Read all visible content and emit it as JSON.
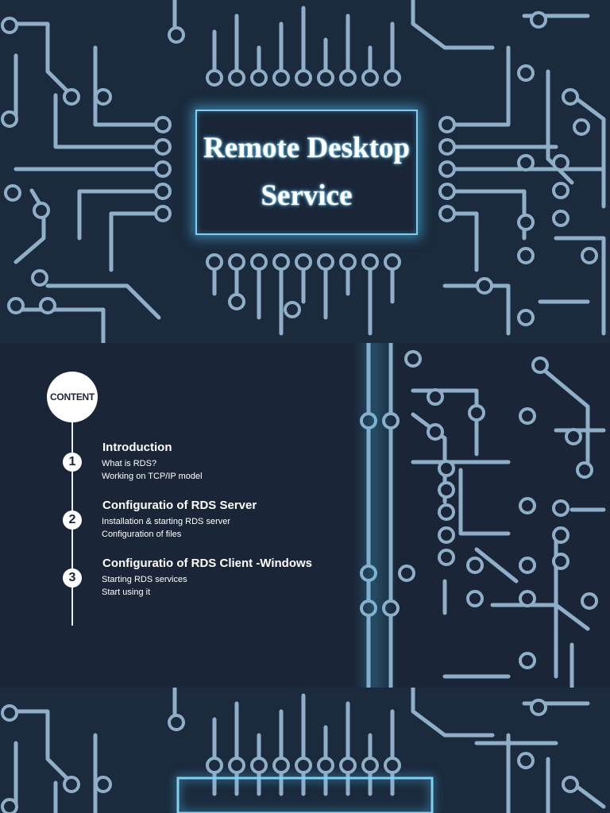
{
  "slide1": {
    "title": "Remote Desktop\nService"
  },
  "slide2": {
    "badge": "CONTENT",
    "sections": [
      {
        "number": "1",
        "title": "Introduction",
        "items": [
          "What is RDS?",
          "Working on TCP/IP model"
        ]
      },
      {
        "number": "2",
        "title": "Configuratio of RDS Server",
        "items": [
          "Installation & starting RDS server",
          "Configuration of files"
        ]
      },
      {
        "number": "3",
        "title": "Configuratio of RDS Client -Windows",
        "items": [
          "Starting RDS services",
          "Start using it"
        ]
      }
    ]
  },
  "colors": {
    "background": "#1b2a3c",
    "trace": "#8faec8",
    "glow": "#4fc6ff",
    "text": "#ffffff"
  }
}
